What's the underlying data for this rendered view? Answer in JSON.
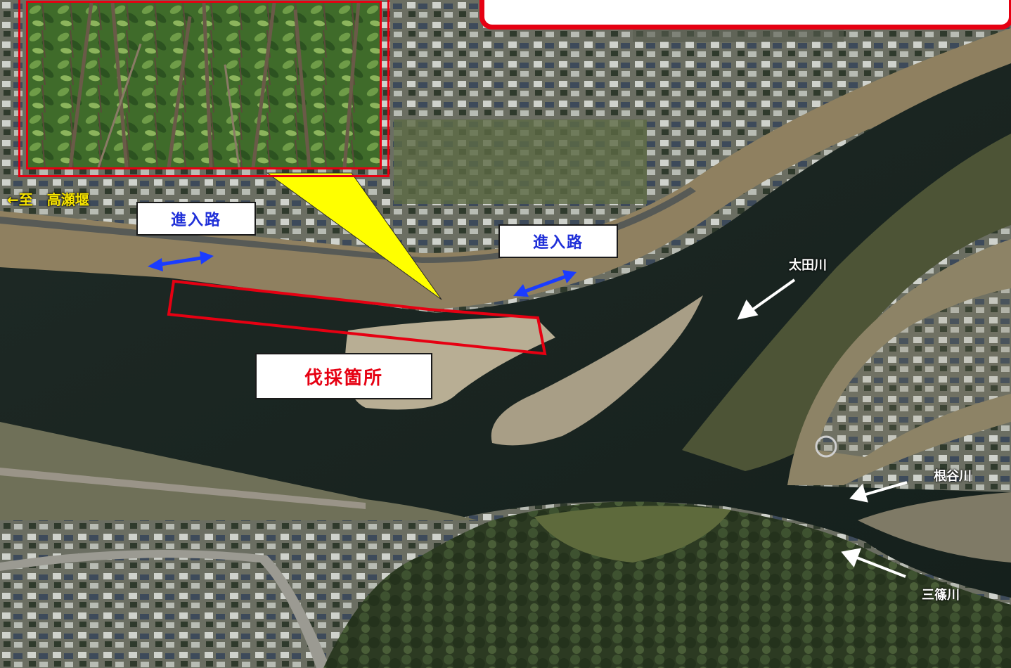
{
  "labels": {
    "destination": "←至　高瀬堰",
    "access_road_left": "進入路",
    "access_road_right": "進入路",
    "felling_site": "伐採箇所",
    "river_ota": "太田川",
    "river_neya": "根谷川",
    "river_misasa": "三篠川"
  },
  "colors": {
    "highlight_red": "#e60012",
    "access_blue": "#1f2fd8",
    "arrow_blue": "#1a3cff",
    "callout_yellow": "#ffff00",
    "label_yellow": "#f7e400"
  }
}
